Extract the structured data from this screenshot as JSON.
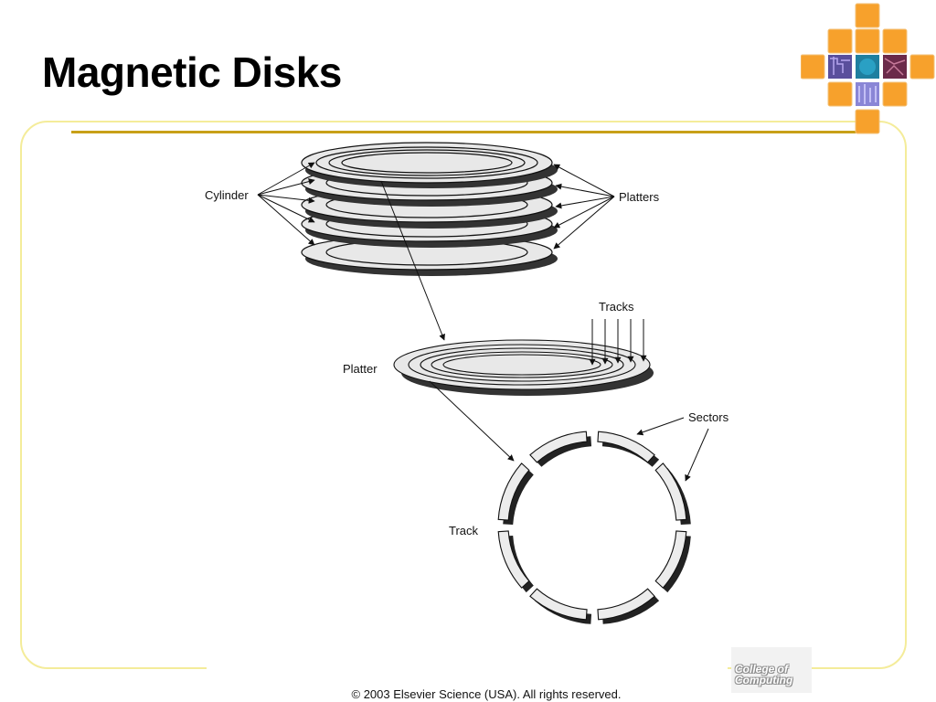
{
  "slide": {
    "title": "Magnetic Disks",
    "copyright": "© 2003 Elsevier Science (USA). All rights reserved.",
    "college_logo": {
      "line1": "College of",
      "line2": "Computing"
    },
    "accent_color": "#c8a018",
    "frame_color": "#f4ec9a",
    "logo_orange": "#f7a12c"
  },
  "diagram": {
    "labels": {
      "cylinder": "Cylinder",
      "platters": "Platters",
      "tracks": "Tracks",
      "platter": "Platter",
      "sectors": "Sectors",
      "track": "Track"
    },
    "platter_count": 5,
    "track_count": 5,
    "sector_count": 8
  }
}
